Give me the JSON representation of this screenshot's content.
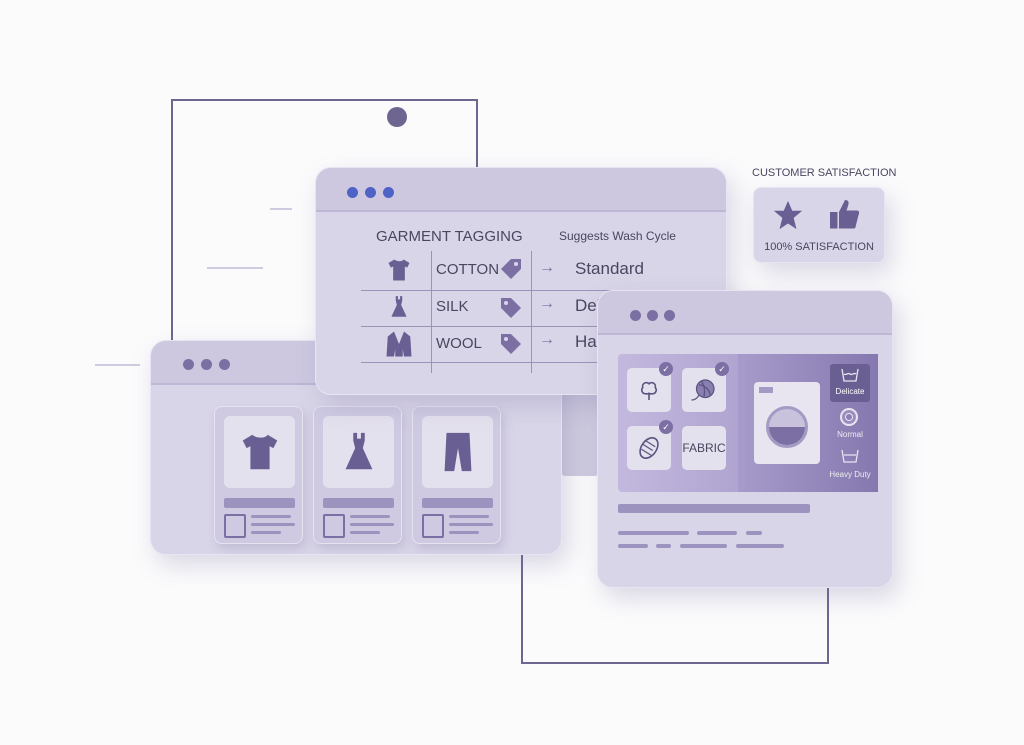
{
  "tagging": {
    "title": "GARMENT TAGGING",
    "subtitle": "Suggests Wash Cycle",
    "rows": [
      {
        "garment": "shirt-icon",
        "fabric": "COTTON",
        "cycle": "Standard"
      },
      {
        "garment": "dress-icon",
        "fabric": "SILK",
        "cycle": "Del"
      },
      {
        "garment": "jacket-icon",
        "fabric": "WOOL",
        "cycle": "Ha"
      }
    ],
    "arrow": "→"
  },
  "satisfaction": {
    "heading": "CUSTOMER SATISFACTION",
    "label": "100% SATISFACTION"
  },
  "fabric_panel": {
    "fabric_label": "FABRIC",
    "check": "✓",
    "cycles": [
      "Delicate",
      "Normal",
      "Heavy Duty"
    ]
  },
  "colors": {
    "accent": "#7b6fa3",
    "panel": "#d9d5e8",
    "dots": "#4f62c6"
  }
}
